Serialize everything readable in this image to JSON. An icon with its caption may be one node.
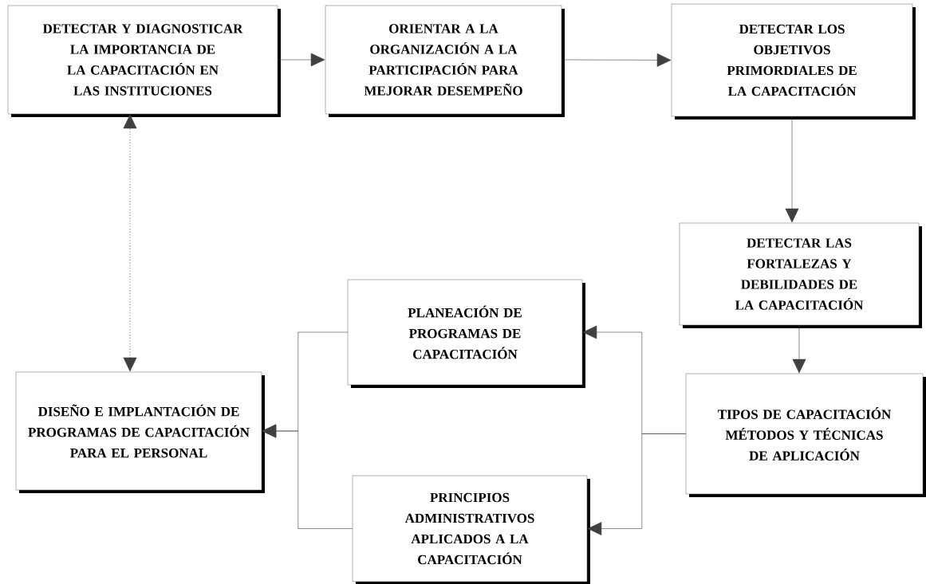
{
  "diagram": {
    "nodes": [
      {
        "text": [
          "DETECTAR Y DIAGNOSTICAR LA IMPORTANCIA DE LA CAPACITACIÓN EN LAS INSTITUCIONES"
        ]
      },
      {
        "text": [
          "ORIENTAR A LA ORGANIZACIÓN A LA PARTICIPACIÓN PARA MEJORAR DESEMPEÑO"
        ]
      },
      {
        "text": [
          "DETECTAR LOS OBJETIVOS PRIMORDIALES DE LA CAPACITACIÓN"
        ]
      },
      {
        "text": [
          "DETECTAR LAS FORTALEZAS Y DEBILIDADES DE LA CAPACITACIÓN"
        ]
      },
      {
        "text": [
          "PLANEACIÓN DE PROGRAMAS DE CAPACITACIÓN"
        ]
      },
      {
        "text": [
          "DISEÑO E IMPLANTACIÓN DE PROGRAMAS DE CAPACITACIÓN PARA EL PERSONAL"
        ]
      },
      {
        "text": [
          "TIPOS DE CAPACITACIÓN MÉTODOS Y TÉCNICAS DE APLICACIÓN"
        ]
      },
      {
        "text": [
          "PRINCIPIOS ADMINISTRATIVOS APLICADOS A LA CAPACITACIÓN"
        ]
      }
    ],
    "edges": [
      {
        "from": 0,
        "to": 1,
        "arrow": "to"
      },
      {
        "from": 1,
        "to": 2,
        "arrow": "to"
      },
      {
        "from": 2,
        "to": 3,
        "arrow": "to"
      },
      {
        "from": 3,
        "to": 6,
        "arrow": "to"
      },
      {
        "from": 0,
        "to": 5,
        "arrow": "both",
        "style": "dashed"
      },
      {
        "from": 6,
        "to": 4,
        "arrow": "to"
      },
      {
        "from": 6,
        "to": 7,
        "arrow": "to"
      },
      {
        "from": 4,
        "to": 5,
        "arrow": "to"
      },
      {
        "from": 7,
        "to": 5,
        "arrow": "to"
      }
    ]
  }
}
